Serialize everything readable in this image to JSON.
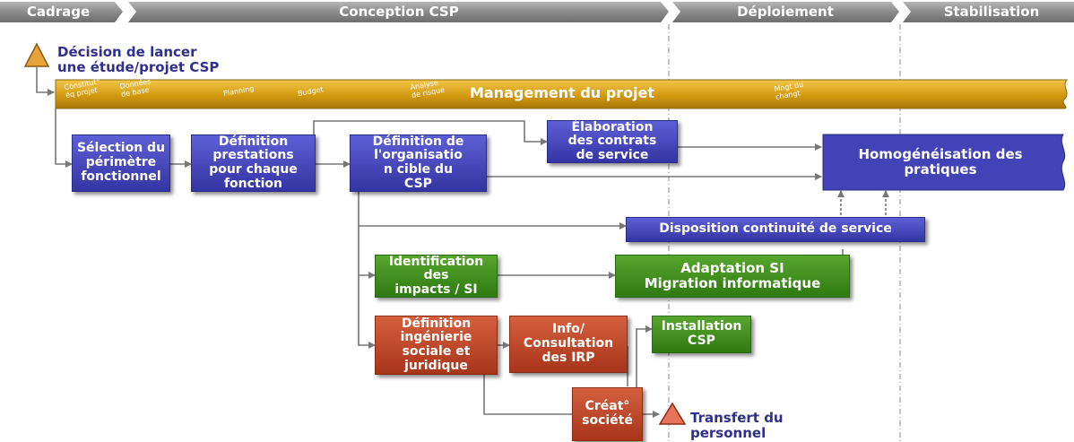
{
  "phases": [
    "Cadrage",
    "Conception CSP",
    "Déploiement",
    "Stabilisation"
  ],
  "decision": "Décision de lancer\nune étude/projet CSP",
  "management": {
    "title": "Management du projet",
    "milestones": [
      "Constitut°\néq projet",
      "Données\nde base",
      "Planning",
      "Budget",
      "Analyse\nde risque",
      "Mngt du\nchangt"
    ]
  },
  "boxes": {
    "selection": "Sélection du\npérimètre\nfonctionnel",
    "prestations": "Définition\nprestations\npour chaque\nfonction",
    "organisation": "Définition de\nl'organisatio\nn cible du\nCSP",
    "contrats": "Élaboration\ndes contrats\nde service",
    "homogeneisation": "Homogénéisation des\npratiques",
    "continuite": "Disposition continuité de service",
    "impacts": "Identification\ndes\nimpacts / SI",
    "adaptation": "Adaptation SI\nMigration informatique",
    "ingenierie": "Définition\ningénierie\nsociale et\njuridique",
    "info": "Info/\nConsultation\ndes IRP",
    "installation": "Installation\nCSP",
    "creat": "Créat°\nsociété"
  },
  "transfert": "Transfert du\npersonnel",
  "colors": {
    "phase": "#8e8e8e",
    "blue": "#3d3fb3",
    "green": "#3a8a1c",
    "red": "#b8432a",
    "management": "#d9a012",
    "warning": "#e8a23a",
    "text": "#2f2f8f"
  }
}
